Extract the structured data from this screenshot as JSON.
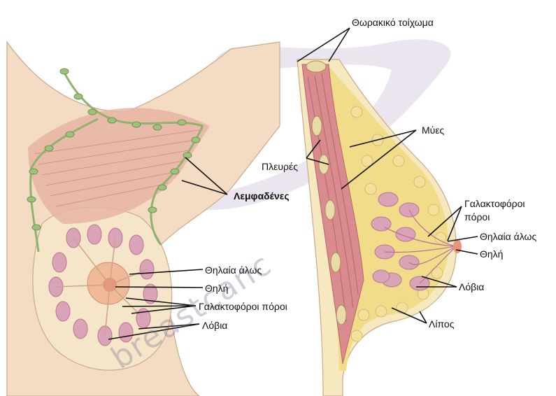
{
  "diagram": {
    "watermark": "breastcanc",
    "left_view": {
      "labels": {
        "lymph_nodes": "Λεμφαδένες",
        "areola": "Θηλαία άλως",
        "nipple": "Θηλή",
        "milk_ducts": "Γαλακτοφόροι πόροι",
        "lobules": "Λόβια"
      }
    },
    "right_view": {
      "labels": {
        "chest_wall": "Θωρακικό τοίχωμα",
        "muscles": "Μύες",
        "ribs": "Πλευρές",
        "milk_ducts_line1": "Γαλακτοφόροι",
        "milk_ducts_line2": "πόροι",
        "areola": "Θηλαία άλως",
        "nipple": "Θηλή",
        "lobules": "Λόβια",
        "fat": "Λίπος"
      }
    },
    "colors": {
      "skin": "#f3dcc3",
      "muscle": "#d98b8f",
      "fat": "#f1dc8a",
      "lobule": "#dba3b7",
      "lymph": "#8fb36e"
    }
  }
}
